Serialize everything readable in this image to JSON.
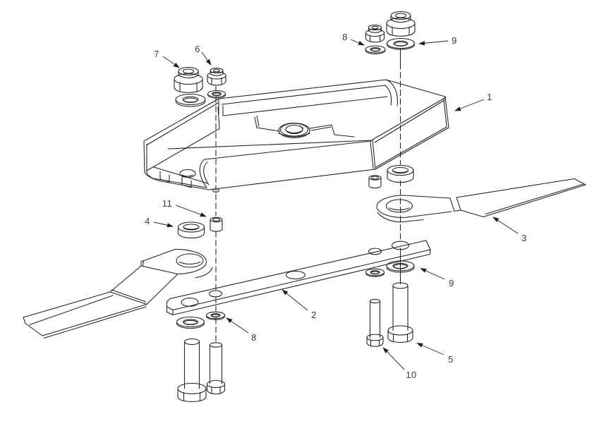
{
  "page": {
    "background_color": "#ffffff",
    "line_color": "#1f1f1f",
    "callout_color": "#2d3b4a"
  },
  "diagram": {
    "kind": "exploded-assembly-parts-diagram",
    "subject": "blade-carrier-assembly",
    "callouts": [
      {
        "number": "7",
        "part": "lock-nut-large-left"
      },
      {
        "number": "6",
        "part": "lock-nut-small-left"
      },
      {
        "number": "8",
        "part": "flat-washer-small-top-right"
      },
      {
        "number": "9",
        "part": "flat-washer-large-top-right"
      },
      {
        "number": "1",
        "part": "blade-carrier-weldment"
      },
      {
        "number": "11",
        "part": "sleeve-spacer-left"
      },
      {
        "number": "4",
        "part": "spacer-ring-left"
      },
      {
        "number": "3",
        "part": "blade-right"
      },
      {
        "number": "2",
        "part": "blade-bar"
      },
      {
        "number": "8",
        "part": "flat-washer-small-bottom-left"
      },
      {
        "number": "9",
        "part": "flat-washer-large-bottom-right"
      },
      {
        "number": "5",
        "part": "hex-bolt-large-right"
      },
      {
        "number": "10",
        "part": "hex-bolt-small-right"
      }
    ]
  }
}
